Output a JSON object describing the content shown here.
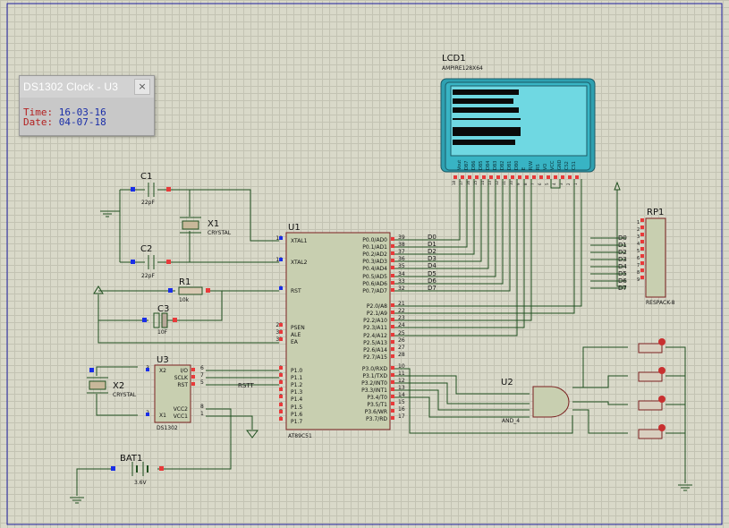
{
  "popup": {
    "title": "DS1302 Clock - U3",
    "close": "×",
    "time_label": "Time:",
    "time_value": "16-03-16",
    "date_label": "Date:",
    "date_value": "04-07-18"
  },
  "lcd": {
    "ref": "LCD1",
    "model": "AMPIRE128X64",
    "pins": [
      "Vout",
      "DB7",
      "DB6",
      "DB5",
      "DB4",
      "DB3",
      "DB2",
      "DB1",
      "DB0",
      "E",
      "R/W",
      "RS",
      "VO",
      "VCC",
      "GND",
      "CS2",
      "CS1"
    ],
    "pin_numbers": [
      "18",
      "17",
      "16",
      "15",
      "14",
      "13",
      "12",
      "11",
      "10",
      "9",
      "8",
      "7",
      "6",
      "5",
      "4",
      "3",
      "2",
      "1"
    ]
  },
  "u1": {
    "ref": "U1",
    "part": "AT89C51",
    "left_pins": [
      {
        "num": "19",
        "name": "XTAL1"
      },
      {
        "num": "18",
        "name": "XTAL2"
      },
      {
        "num": "9",
        "name": "RST"
      },
      {
        "num": "29",
        "name": "PSEN"
      },
      {
        "num": "30",
        "name": "ALE"
      },
      {
        "num": "31",
        "name": "EA"
      },
      {
        "num": "1",
        "name": "P1.0"
      },
      {
        "num": "2",
        "name": "P1.1"
      },
      {
        "num": "3",
        "name": "P1.2"
      },
      {
        "num": "4",
        "name": "P1.3"
      },
      {
        "num": "5",
        "name": "P1.4"
      },
      {
        "num": "6",
        "name": "P1.5"
      },
      {
        "num": "7",
        "name": "P1.6"
      },
      {
        "num": "8",
        "name": "P1.7"
      }
    ],
    "right_pins": [
      {
        "num": "39",
        "name": "P0.0/AD0"
      },
      {
        "num": "38",
        "name": "P0.1/AD1"
      },
      {
        "num": "37",
        "name": "P0.2/AD2"
      },
      {
        "num": "36",
        "name": "P0.3/AD3"
      },
      {
        "num": "35",
        "name": "P0.4/AD4"
      },
      {
        "num": "34",
        "name": "P0.5/AD5"
      },
      {
        "num": "33",
        "name": "P0.6/AD6"
      },
      {
        "num": "32",
        "name": "P0.7/AD7"
      },
      {
        "num": "21",
        "name": "P2.0/A8"
      },
      {
        "num": "22",
        "name": "P2.1/A9"
      },
      {
        "num": "23",
        "name": "P2.2/A10"
      },
      {
        "num": "24",
        "name": "P2.3/A11"
      },
      {
        "num": "25",
        "name": "P2.4/A12"
      },
      {
        "num": "26",
        "name": "P2.5/A13"
      },
      {
        "num": "27",
        "name": "P2.6/A14"
      },
      {
        "num": "28",
        "name": "P2.7/A15"
      },
      {
        "num": "10",
        "name": "P3.0/RXD"
      },
      {
        "num": "11",
        "name": "P3.1/TXD"
      },
      {
        "num": "12",
        "name": "P3.2/INT0"
      },
      {
        "num": "13",
        "name": "P3.3/INT1"
      },
      {
        "num": "14",
        "name": "P3.4/T0"
      },
      {
        "num": "15",
        "name": "P3.5/T1"
      },
      {
        "num": "16",
        "name": "P3.6/WR"
      },
      {
        "num": "17",
        "name": "P3.7/RD"
      }
    ],
    "bus_labels": [
      "D0",
      "D1",
      "D2",
      "D3",
      "D4",
      "D5",
      "D6",
      "D7"
    ]
  },
  "u3": {
    "ref": "U3",
    "part": "DS1302",
    "left_pins": [
      {
        "num": "3",
        "name": "X2"
      },
      {
        "num": "2",
        "name": "X1"
      }
    ],
    "right_pins": [
      {
        "num": "6",
        "name": "I/O"
      },
      {
        "num": "7",
        "name": "SCLK"
      },
      {
        "num": "5",
        "name": "RST"
      },
      {
        "num": "8",
        "name": "VCC2"
      },
      {
        "num": "1",
        "name": "VCC1"
      }
    ],
    "net": "RSTT"
  },
  "c1": {
    "ref": "C1",
    "value": "22pF"
  },
  "c2": {
    "ref": "C2",
    "value": "22pF"
  },
  "c3": {
    "ref": "C3",
    "value": "10F"
  },
  "r1": {
    "ref": "R1",
    "value": "10k"
  },
  "x1": {
    "ref": "X1",
    "value": "CRYSTAL"
  },
  "x2": {
    "ref": "X2",
    "value": "CRYSTAL"
  },
  "bat1": {
    "ref": "BAT1",
    "value": "3.6V"
  },
  "u2": {
    "ref": "U2",
    "part": "AND_4"
  },
  "rp1": {
    "ref": "RP1",
    "part": "RESPACK-8",
    "labels": [
      "D0",
      "D1",
      "D2",
      "D3",
      "D4",
      "D5",
      "D6",
      "D7"
    ],
    "pins": [
      "1",
      "2",
      "3",
      "4",
      "5",
      "6",
      "7",
      "8",
      "9"
    ]
  }
}
